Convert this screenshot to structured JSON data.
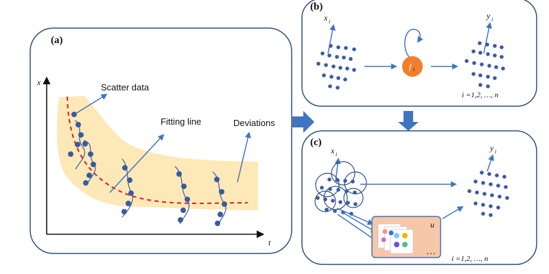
{
  "colors": {
    "panel_border": "#2f4f7f",
    "deviation_band": "#fde9b8",
    "axis": "#111111",
    "fitting_line": "#e31a1c",
    "scatter_point": "#3a5aa0",
    "arrow_blue": "#3f74bf",
    "orange_node": "#f07f2c",
    "feature_box": "#f6c7a8",
    "feature_box_border": "#3f74bf"
  },
  "panel_a": {
    "label": "(a)",
    "axis_x_label": "t",
    "axis_y_label": "x",
    "scatter_data_label": "Scatter data",
    "fitting_line_label": "Fitting line",
    "deviations_label": "Deviations"
  },
  "panel_b": {
    "label": "(b)",
    "input_label_main": "x",
    "input_label_sub": "i",
    "output_label_main": "y",
    "output_label_sub": "i",
    "node_label_main": "f",
    "node_label_sub": "i",
    "index_text": "i =1,2, …, n"
  },
  "panel_c": {
    "label": "(c)",
    "input_label_main": "x",
    "input_label_sub": "i",
    "output_label_main": "y",
    "output_label_sub": "i",
    "feature_label": "u",
    "ellipsis": "…",
    "index_text": "i =1,2, …, n"
  },
  "icons": {
    "transition_right": "block-arrow-right-icon",
    "transition_down": "block-arrow-down-icon",
    "self_loop": "self-loop-arrow-icon"
  }
}
